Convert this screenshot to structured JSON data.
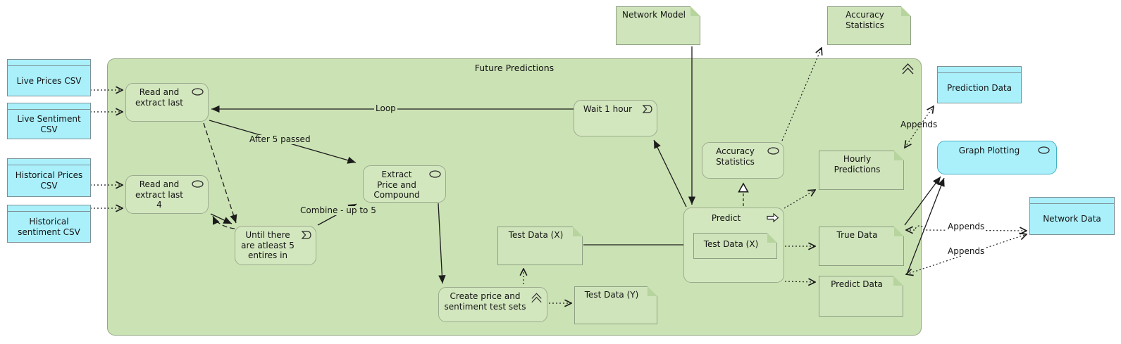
{
  "container": {
    "title": "Future Predictions"
  },
  "sources": [
    {
      "label": "Live Prices CSV"
    },
    {
      "label": "Live Sentiment\nCSV"
    },
    {
      "label": "Historical Prices\nCSV"
    },
    {
      "label": "Historical\nsentiment CSV"
    }
  ],
  "processes": {
    "read_last": "Read and\nextract last",
    "read_last_4": "Read and\nextract last\n4",
    "until": "Until there\nare atleast 5\nentires in",
    "extract": "Extract\nPrice and\nCompound",
    "wait": "Wait 1 hour",
    "create_sets": "Create price and\nsentiment test sets",
    "predict": "Predict",
    "accuracy_statistics": "Accuracy\nStatistics"
  },
  "documents": {
    "network_model": "Network Model",
    "accuracy_statistics": "Accuracy\nStatistics",
    "test_data_x": "Test Data (X)",
    "test_data_x_inner": "Test Data (X)",
    "test_data_y": "Test Data (Y)",
    "hourly_predictions": "Hourly Predictions",
    "true_data": "True Data",
    "predict_data": "Predict Data"
  },
  "external": {
    "prediction_data": "Prediction Data",
    "graph_plotting": "Graph Plotting",
    "network_data": "Network Data"
  },
  "edge_labels": {
    "loop": "Loop",
    "after_5": "After 5 passed",
    "combine": "Combine - up to 5",
    "appends_1": "Appends",
    "appends_2": "Appends",
    "appends_3": "Appends"
  },
  "colors": {
    "group_fill": "#cbe2b4",
    "node_fill": "#d3e7bf",
    "doc_fill": "#cfe4ba",
    "cyan_fill": "#aaf0fb",
    "cyan_border": "#44b0c4",
    "line": "#1c1c1c"
  }
}
